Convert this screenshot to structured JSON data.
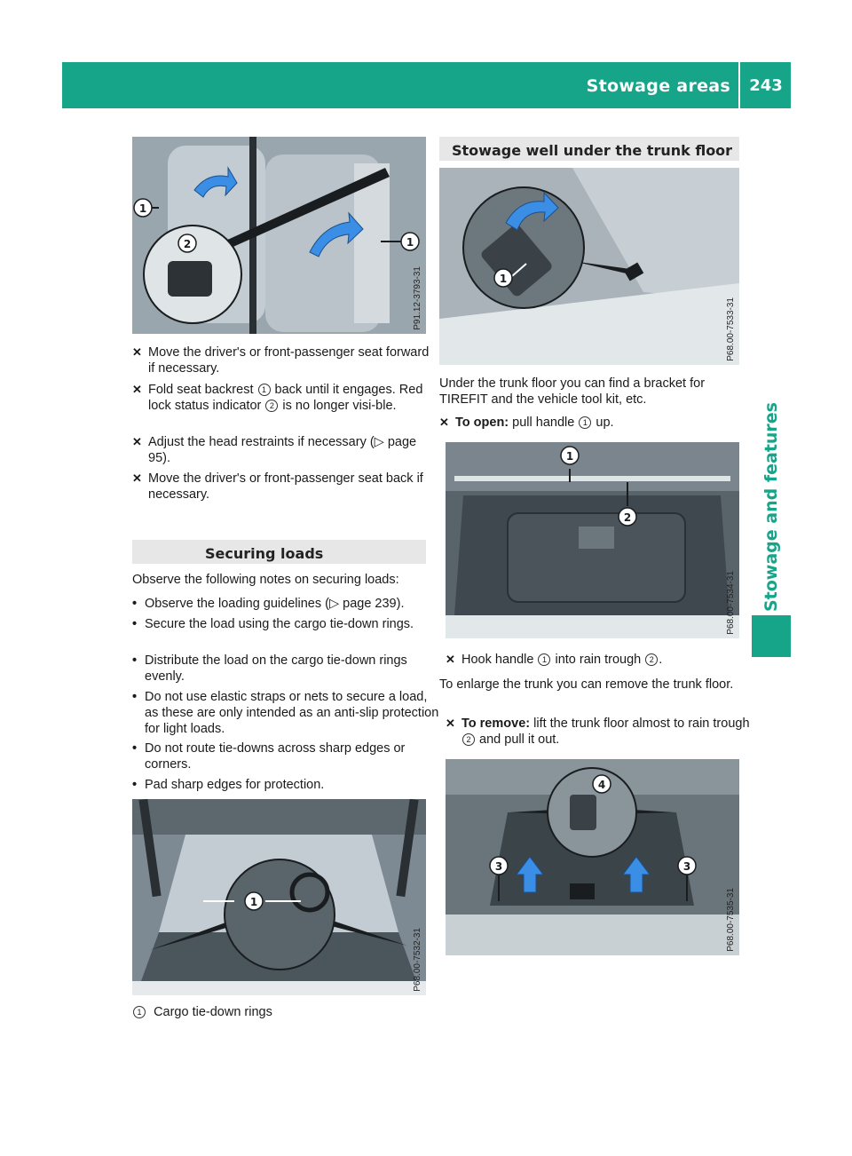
{
  "header": {
    "title": "Stowage areas",
    "page_number": "243"
  },
  "side_tab": {
    "label": "Stowage and features"
  },
  "left": {
    "figure1": {
      "code": "P91.12-3793-31",
      "callouts": [
        "1",
        "2",
        "1"
      ]
    },
    "steps1": [
      {
        "text": "Move the driver's or front-passenger seat forward if necessary."
      },
      {
        "pre": "Fold seat backrest",
        "num": "1",
        "mid": "back until it engages. Red lock status indicator",
        "num2": "2",
        "post": "is no longer visi-ble."
      },
      {
        "text": "Adjust the head restraints if necessary (▷ page 95)."
      },
      {
        "text": "Move the driver's or front-passenger seat back if necessary."
      }
    ],
    "section": "Securing loads",
    "intro": "Observe the following notes on securing loads:",
    "bullets": [
      "Observe the loading guidelines (▷ page 239).",
      "Secure the load using the cargo tie-down rings.",
      "Distribute the load on the cargo tie-down rings evenly.",
      "Do not use elastic straps or nets to secure a load, as these are only intended as an anti-slip protection for light loads.",
      "Do not route tie-downs across sharp edges or corners.",
      "Pad sharp edges for protection."
    ],
    "figure2": {
      "code": "P68.00-7532-31",
      "callouts": [
        "1"
      ]
    },
    "legend": {
      "num": "1",
      "text": "Cargo tie-down rings"
    }
  },
  "right": {
    "section": "Stowage well under the trunk floor",
    "figure3": {
      "code": "P68.00-7533-31",
      "callouts": [
        "1"
      ]
    },
    "para1": "Under the trunk floor you can find a bracket for TIREFIT and the vehicle tool kit, etc.",
    "step_open": {
      "label": "To open:",
      "pre": "pull handle",
      "num": "1",
      "post": "up."
    },
    "figure4": {
      "code": "P68.00-7534-31",
      "callouts": [
        "1",
        "2"
      ]
    },
    "step_hook": {
      "pre": "Hook handle",
      "num": "1",
      "mid": "into rain trough",
      "num2": "2",
      "post": "."
    },
    "para2": "To enlarge the trunk you can remove the trunk floor.",
    "step_remove": {
      "label": "To remove:",
      "pre": "lift the trunk floor almost to rain trough",
      "num": "2",
      "post": "and pull it out."
    },
    "figure5": {
      "code": "P68.00-7535-31",
      "callouts": [
        "4",
        "3",
        "3"
      ]
    }
  },
  "colors": {
    "accent": "#16a589",
    "section_bg": "#e7e7e7",
    "arrow_blue": "#3a8ee6"
  }
}
